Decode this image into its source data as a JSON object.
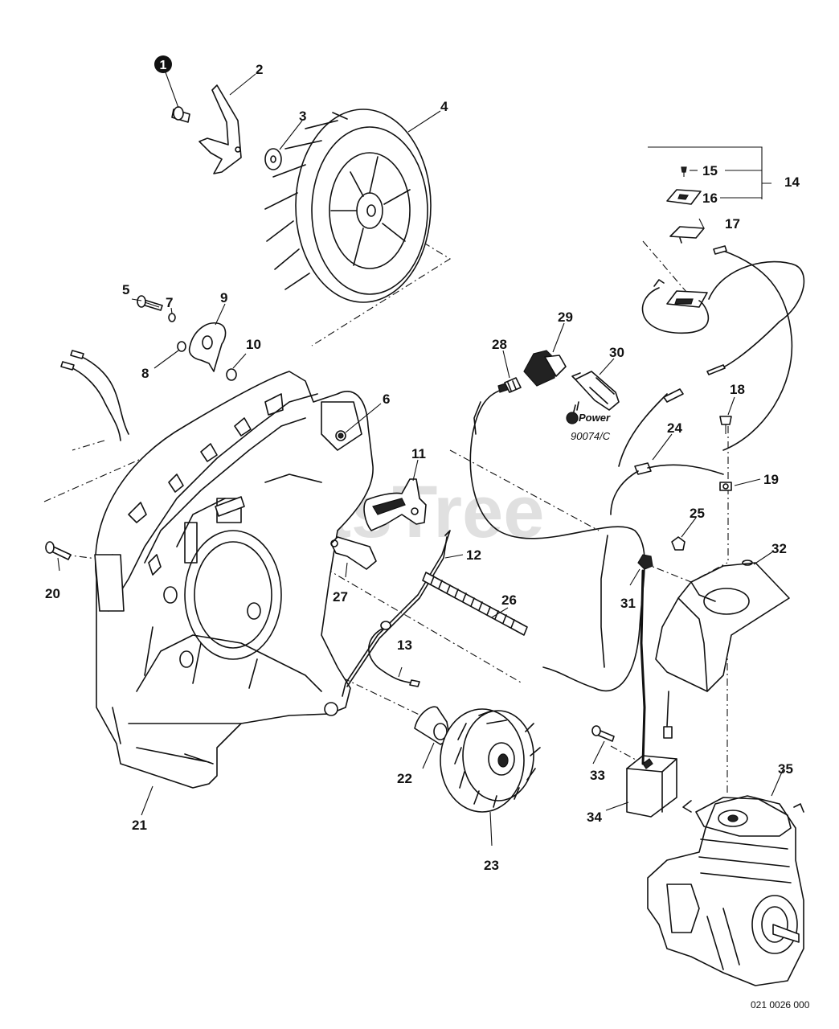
{
  "diagram": {
    "watermark": "PartsTree",
    "drawing_code": "021 0026 000",
    "callout_1": "1",
    "spark_plug_brand": "Power",
    "spark_plug_code": "90074/C",
    "labels": {
      "p2": "2",
      "p3": "3",
      "p4": "4",
      "p5": "5",
      "p6": "6",
      "p7": "7",
      "p8": "8",
      "p9": "9",
      "p10": "10",
      "p11": "11",
      "p12": "12",
      "p13": "13",
      "p14": "14",
      "p15": "15",
      "p16": "16",
      "p17": "17",
      "p18": "18",
      "p19": "19",
      "p20": "20",
      "p21": "21",
      "p22": "22",
      "p23": "23",
      "p24": "24",
      "p25": "25",
      "p26": "26",
      "p27": "27",
      "p28": "28",
      "p29": "29",
      "p30": "30",
      "p31": "31",
      "p32": "32",
      "p33": "33",
      "p34": "34",
      "p35": "35"
    }
  }
}
